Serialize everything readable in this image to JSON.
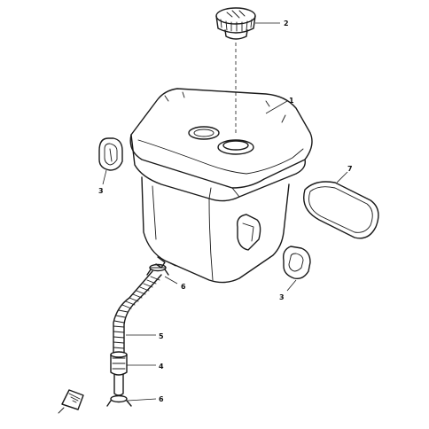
{
  "diagram": {
    "style": "exploded parts diagram (fuel tank assembly)",
    "callouts": [
      {
        "id": "callout-1",
        "text": "1",
        "part": "fuel-tank"
      },
      {
        "id": "callout-2",
        "text": "2",
        "part": "fuel-cap"
      },
      {
        "id": "callout-3a",
        "text": "3",
        "part": "grommet-left"
      },
      {
        "id": "callout-3b",
        "text": "3",
        "part": "grommet-right"
      },
      {
        "id": "callout-4",
        "text": "4",
        "part": "fuel-filter"
      },
      {
        "id": "callout-5",
        "text": "5",
        "part": "fuel-hose"
      },
      {
        "id": "callout-6a",
        "text": "6",
        "part": "hose-clip-upper"
      },
      {
        "id": "callout-6b",
        "text": "6",
        "part": "hose-clip-lower"
      },
      {
        "id": "callout-7",
        "text": "7",
        "part": "tank-pad"
      }
    ],
    "colors": {
      "line": "#1a1a1a",
      "background": "#ffffff"
    }
  }
}
